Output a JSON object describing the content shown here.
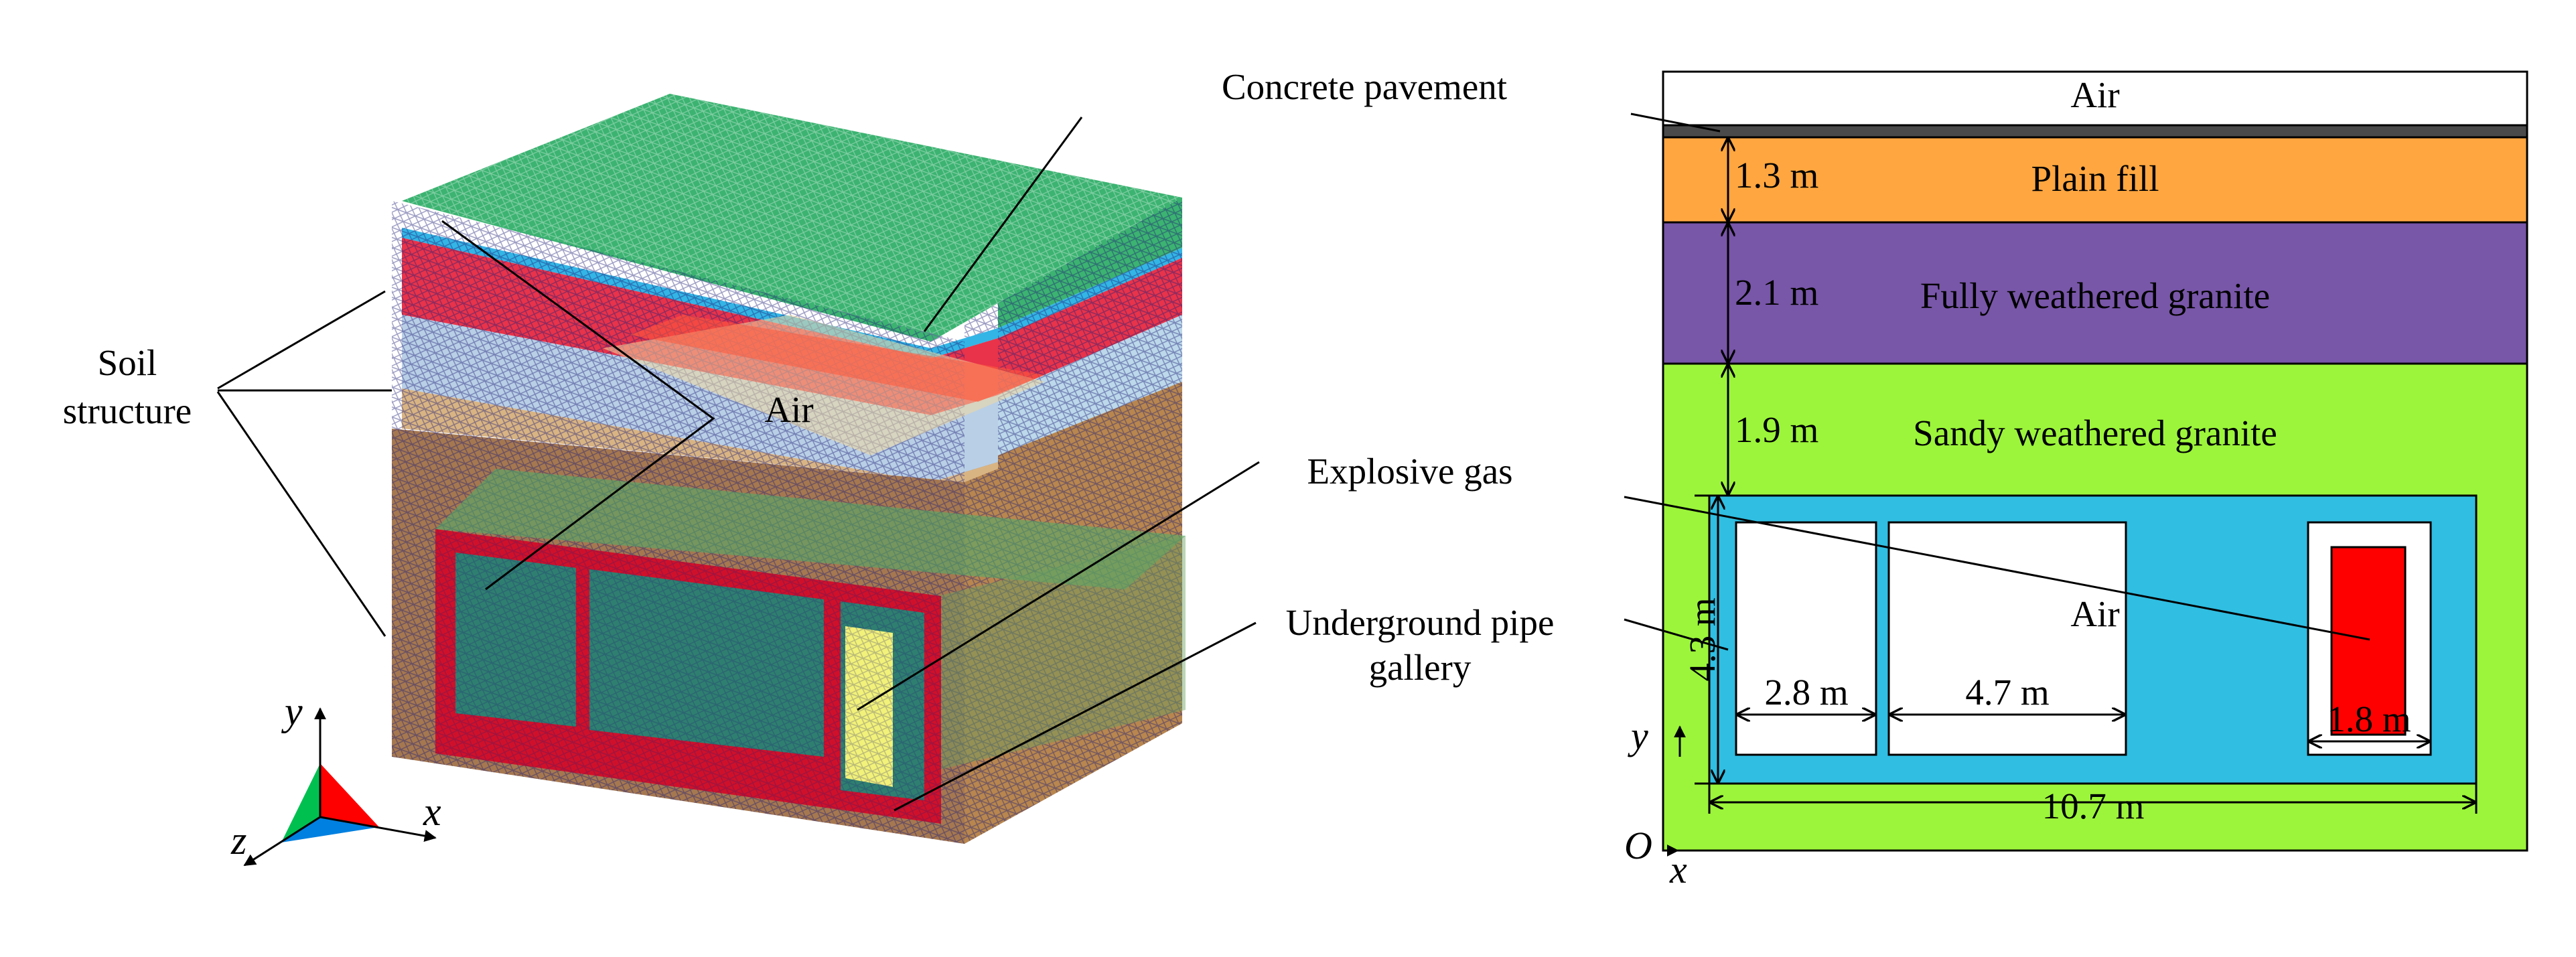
{
  "left_panel": {
    "title": "3D finite element model",
    "labels": {
      "concrete_pavement": "Concrete pavement",
      "soil_structure_line1": "Soil",
      "soil_structure_line2": "structure",
      "air": "Air",
      "explosive_gas": "Explosive gas",
      "pipe_gallery_line1": "Underground pipe",
      "pipe_gallery_line2": "gallery"
    },
    "axis_triad": {
      "x": "x",
      "y": "y",
      "z": "z"
    },
    "colors": {
      "air_top": "#3cb371",
      "pavement": "#33b5e5",
      "plain_fill": "#e8334a",
      "fully_weathered": "#a9c8e8",
      "sandy_weathered": "#c9a46a",
      "lower_soil": "#b08050",
      "gallery_wall": "#d0102a",
      "gallery_air": "#2f8a6a",
      "explosive_gas": "#f2f27a",
      "triad_x": "#ff0000",
      "triad_y": "#00c050",
      "triad_z": "#0080e0"
    }
  },
  "right_panel": {
    "title": "2D cross-section",
    "layers": [
      {
        "name": "Air",
        "thickness": "",
        "color": "#ffffff"
      },
      {
        "name": "Concrete pavement",
        "thickness": "",
        "color": "#4a4a4a"
      },
      {
        "name": "Plain fill",
        "thickness": "1.3 m",
        "color": "#ffa640"
      },
      {
        "name": "Fully weathered granite",
        "thickness": "2.1 m",
        "color": "#7856a8"
      },
      {
        "name": "Sandy weathered granite",
        "thickness": "1.9 m",
        "color": "#9cf53a"
      }
    ],
    "gallery": {
      "wall_color": "#30bee2",
      "air_label": "Air",
      "height": "4.3 m",
      "width": "10.7 m",
      "compartments": [
        {
          "width": "2.8 m"
        },
        {
          "width": "4.7 m"
        },
        {
          "width": "1.8 m"
        }
      ],
      "explosive_gas_color": "#ff0000"
    },
    "axes": {
      "origin": "O",
      "x": "x",
      "y": "y"
    }
  }
}
